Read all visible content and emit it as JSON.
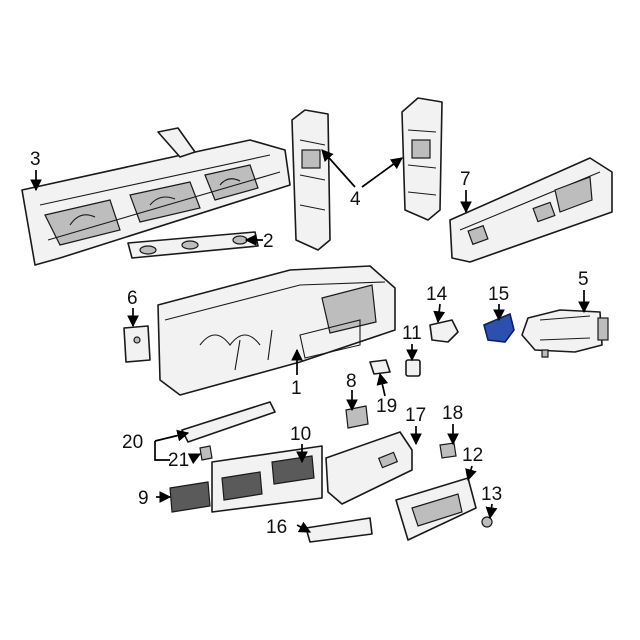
{
  "callouts": {
    "n1": "1",
    "n2": "2",
    "n3": "3",
    "n4": "4",
    "n5": "5",
    "n6": "6",
    "n7": "7",
    "n8": "8",
    "n9": "9",
    "n10": "10",
    "n11": "11",
    "n12": "12",
    "n13": "13",
    "n14": "14",
    "n15": "15",
    "n16": "16",
    "n17": "17",
    "n18": "18",
    "n19": "19",
    "n20": "20",
    "n21": "21"
  },
  "colors": {
    "highlight": "#2d4fb0",
    "line": "#1a1a1a",
    "background": "#ffffff"
  }
}
